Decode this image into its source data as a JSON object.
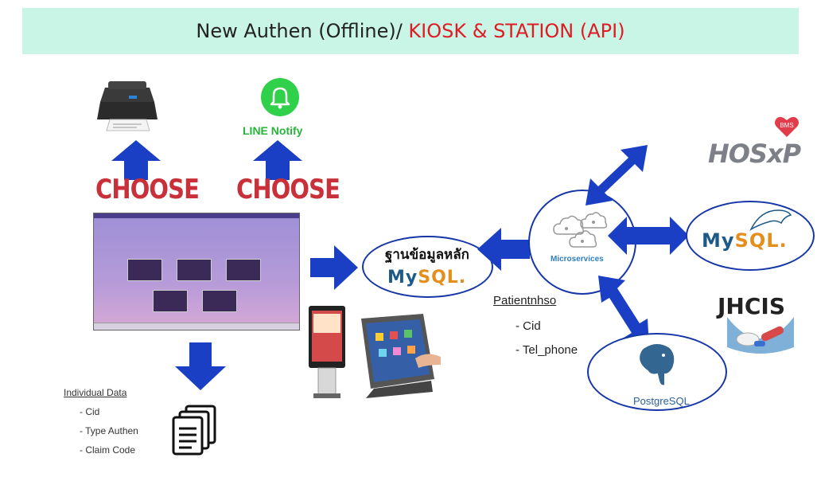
{
  "title": {
    "main": "New Authen (Offline)/ ",
    "highlight": "KIOSK & STATION (API)"
  },
  "choose_left": "CHOOSE",
  "choose_right": "CHOOSE",
  "line_notify": "LINE Notify",
  "main_db_label": "ฐานข้อมูลหลัก",
  "mysql_logo": {
    "my": "My",
    "sql": "SQL."
  },
  "microservices": "Microservices",
  "postgresql": "PostgreSQL",
  "hosxp": "HOSxP",
  "bms": "BMS",
  "jhcis": "JHCIS",
  "patient": {
    "title": "Patientnhso",
    "items": [
      "- Cid",
      "- Tel_phone"
    ]
  },
  "individual": {
    "title": "Individual  Data",
    "items": [
      "- Cid",
      "- Type Authen",
      "- Claim Code"
    ]
  },
  "colors": {
    "arrow": "#1a3fc4",
    "choose": "#c8303a",
    "title_bg": "#c9f5e7",
    "title_red": "#e01b24"
  }
}
